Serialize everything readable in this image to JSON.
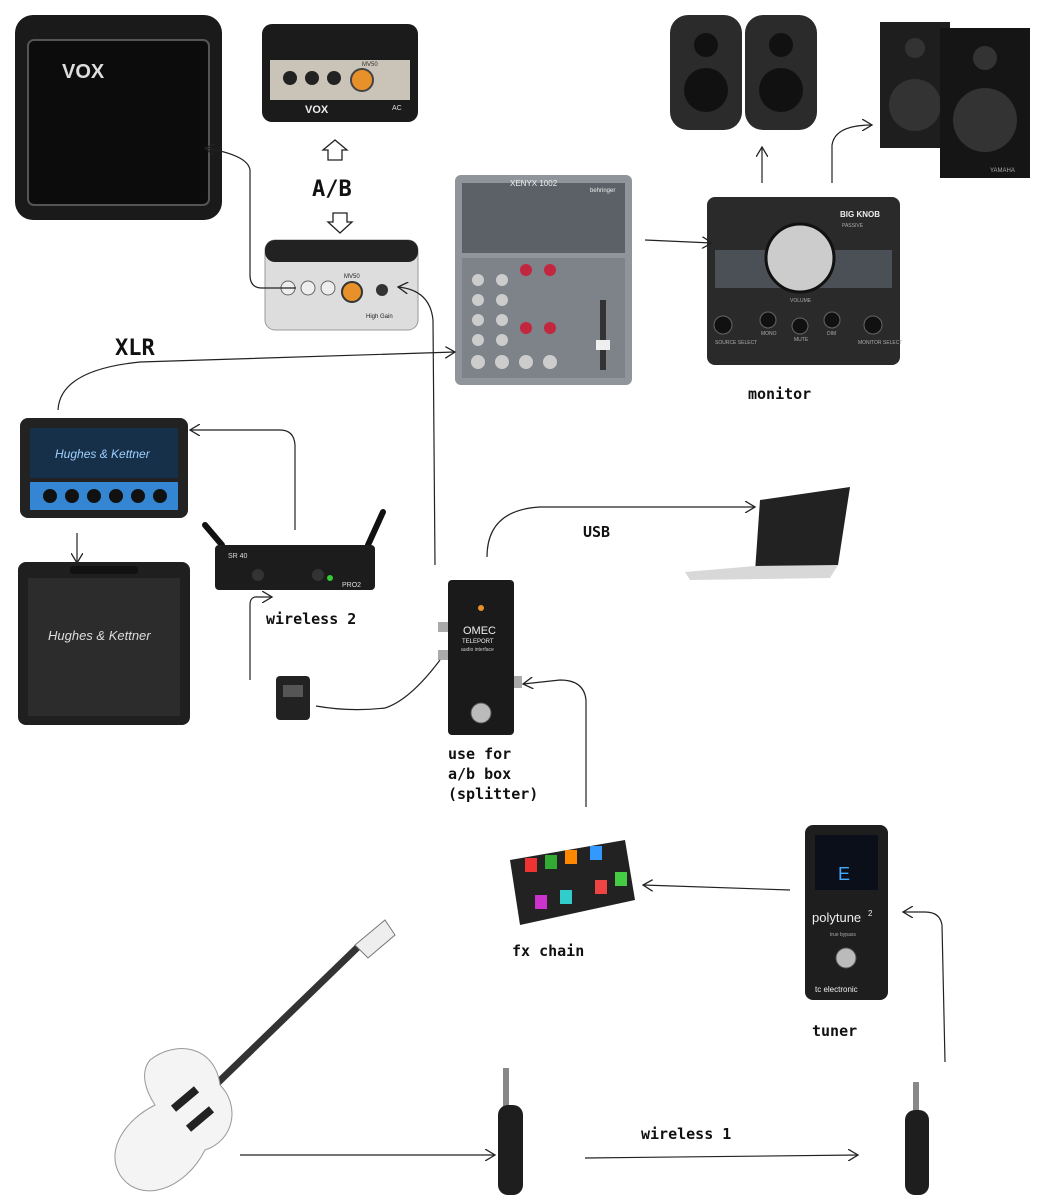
{
  "labels": {
    "ab": "A/B",
    "xlr": "XLR",
    "monitor": "monitor",
    "usb": "USB",
    "wireless2": "wireless 2",
    "splitter": [
      "use for",
      "a/b box",
      "(splitter)"
    ],
    "fx_chain": "fx chain",
    "tuner": "tuner",
    "wireless1": "wireless 1"
  },
  "devices": {
    "vox_cab": "VOX",
    "mv50_ac": {
      "model": "MV50",
      "brand": "VOX",
      "variant": "AC"
    },
    "mv50_hg": {
      "model": "MV50",
      "variant": "High Gain"
    },
    "mixer": {
      "model": "XENYX 1002",
      "brand": "behringer"
    },
    "monitor_controller": {
      "model": "BIG KNOB",
      "sub": "PASSIVE",
      "buttons": [
        "MONO",
        "MUTE",
        "DIM"
      ],
      "left": "SOURCE SELECT",
      "right": "MONITOR SELECT",
      "knob": "VOLUME"
    },
    "yamaha": "YAMAHA",
    "hk_head": "Hughes & Kettner",
    "hk_cab": "Hughes & Kettner",
    "receiver": {
      "model": "SR 40",
      "sub": "PRO2"
    },
    "omec": {
      "title": "OMEC",
      "sub": "TELEPORT",
      "desc": "audio interface"
    },
    "tuner": {
      "note": "E",
      "model": "polytune",
      "ver": "2",
      "bypass": "true bypass",
      "brand": "tc electronic"
    }
  },
  "colors": {
    "hk_blue": "#3aa0ff",
    "vox_orange": "#e8902a"
  }
}
